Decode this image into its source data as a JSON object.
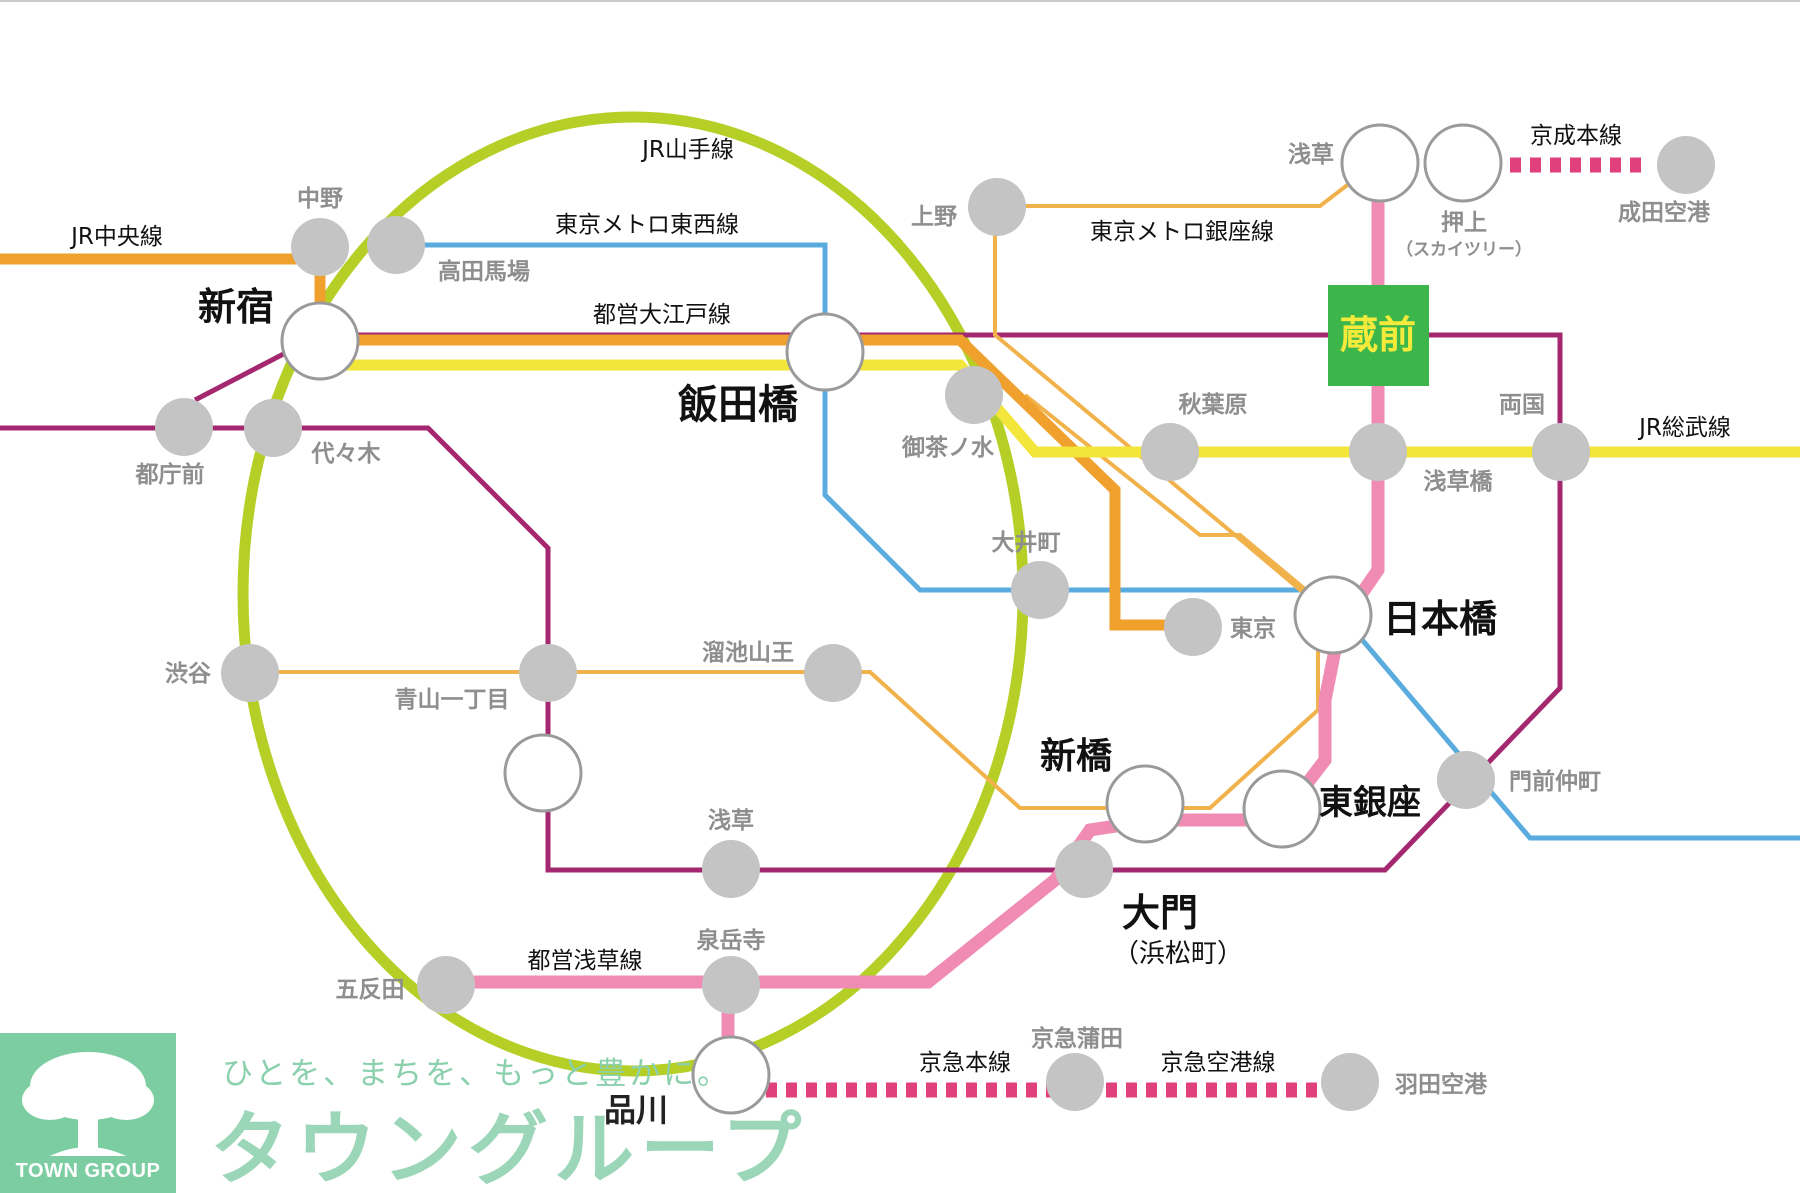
{
  "line_labels": {
    "yamanote": "JR山手線",
    "chuo": "JR中央線",
    "tozai": "東京メトロ東西線",
    "oedo": "都営大江戸線",
    "ginza": "東京メトロ銀座線",
    "keisei": "京成本線",
    "sobu": "JR総武線",
    "asakusa": "都営浅草線",
    "keikyu_main": "京急本線",
    "keikyu_airport": "京急空港線"
  },
  "stations": {
    "nakano": "中野",
    "takadanobaba": "高田馬場",
    "shinjuku": "新宿",
    "tochomae": "都庁前",
    "yoyogi": "代々木",
    "iidabashi": "飯田橋",
    "ueno": "上野",
    "asakusa_ne": "浅草",
    "oshiage": "押上",
    "oshiage_sub": "（スカイツリー）",
    "narita": "成田空港",
    "kuramae": "蔵前",
    "ryogoku": "両国",
    "akihabara": "秋葉原",
    "ochanomizu": "御茶ノ水",
    "asakusabashi": "浅草橋",
    "ooimachi": "大井町",
    "tokyo": "東京",
    "nihonbashi": "日本橋",
    "shibuya": "渋谷",
    "aoyama": "青山一丁目",
    "tameike": "溜池山王",
    "monzen": "門前仲町",
    "shinbashi": "新橋",
    "higashiginza": "東銀座",
    "asakusa_sw": "浅草",
    "daimon": "大門",
    "daimon_sub": "（浜松町）",
    "gotanda": "五反田",
    "sengakuji": "泉岳寺",
    "shinagawa": "品川",
    "keikyu_kamata": "京急蒲田",
    "haneda": "羽田空港"
  },
  "branding": {
    "logo_text": "TOWN GROUP",
    "tagline": "ひとを、まちを、もっと豊かに。",
    "brand_name": "タウングループ"
  },
  "colors": {
    "yamanote": "#b5cf26",
    "chuo": "#f0a02d",
    "tozai": "#5aacdf",
    "oedo": "#a3286f",
    "ginza": "#f2b24b",
    "asakusa": "#f08cb4",
    "sobu": "#f2e63b",
    "keikyu": "#e0417d",
    "kuramae_bg": "#3cb54a",
    "kuramae_text": "#f4ea3b",
    "station_fill": "#c4c4c4",
    "brand_green": "#7ccda2"
  }
}
